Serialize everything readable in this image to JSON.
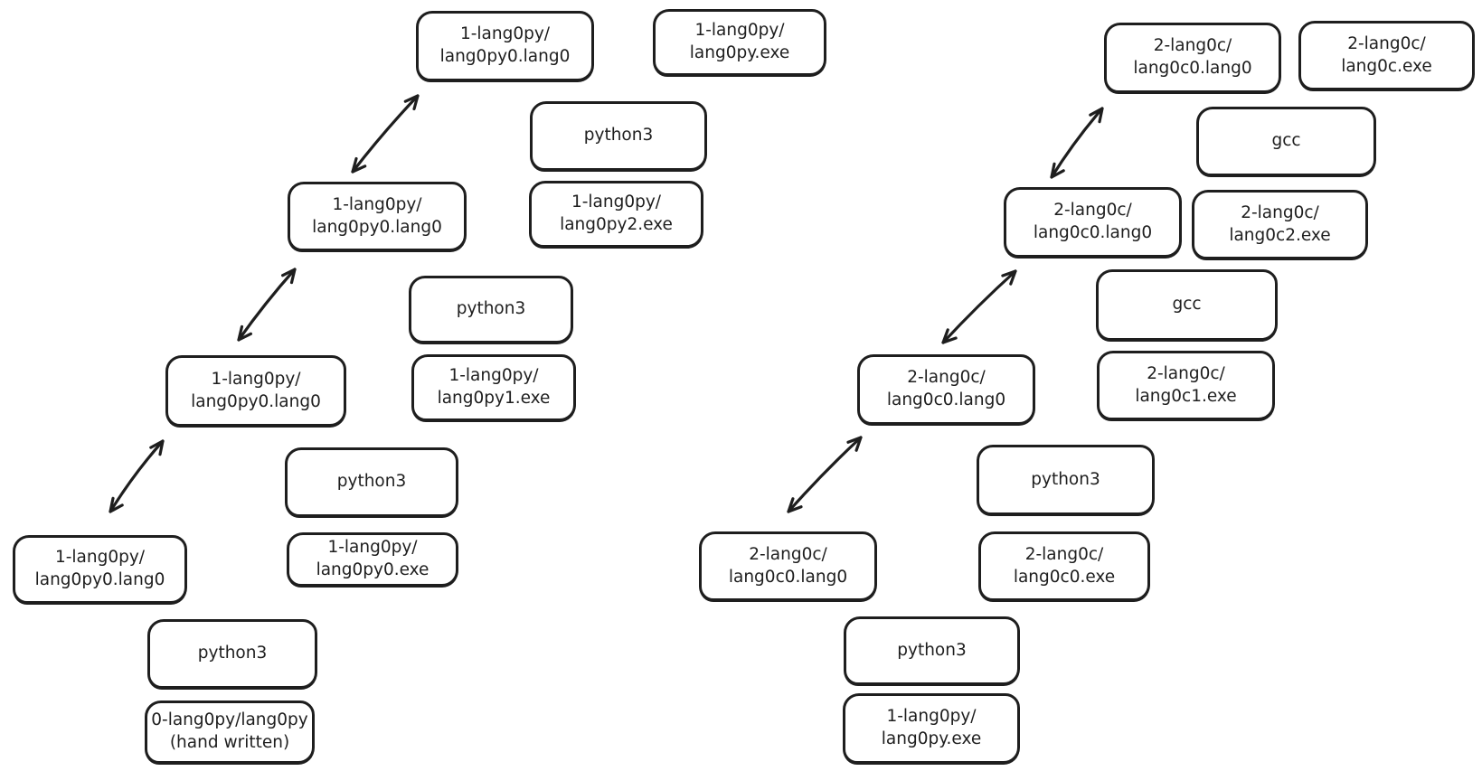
{
  "colors": {
    "stroke": "#1e1e1e",
    "background": "#ffffff"
  },
  "python_chain": {
    "src_gen3": "1-lang0py/\nlang0py0.lang0",
    "final_exe": "1-lang0py/\nlang0py.exe",
    "runner_gen3": "python3",
    "exe_gen2": "1-lang0py/\nlang0py2.exe",
    "src_gen2": "1-lang0py/\nlang0py0.lang0",
    "runner_gen2": "python3",
    "exe_gen1": "1-lang0py/\nlang0py1.exe",
    "src_gen1": "1-lang0py/\nlang0py0.lang0",
    "src_gen0": "1-lang0py/\nlang0py0.lang0",
    "runner_gen1": "python3",
    "exe_gen0": "1-lang0py/\nlang0py0.exe",
    "runner_gen0": "python3",
    "handwritten_src": "0-lang0py/lang0py\n(hand written)"
  },
  "c_chain": {
    "src_gen3": "2-lang0c/\nlang0c0.lang0",
    "final_exe": "2-lang0c/\nlang0c.exe",
    "compiler_gen3": "gcc",
    "src_gen2": "2-lang0c/\nlang0c0.lang0",
    "exe_gen2": "2-lang0c/\nlang0c2.exe",
    "compiler_gen2": "gcc",
    "src_gen1": "2-lang0c/\nlang0c0.lang0",
    "exe_gen1": "2-lang0c/\nlang0c1.exe",
    "runner_gen1": "python3",
    "src_gen0": "2-lang0c/\nlang0c0.lang0",
    "exe_gen0": "2-lang0c/\nlang0c0.exe",
    "runner_gen0": "python3",
    "bootstrap_compiler_exe": "1-lang0py/\nlang0py.exe"
  },
  "equivalence_links": [
    {
      "from": "python_chain.src_gen0",
      "to": "python_chain.src_gen1",
      "style": "double-headed-arrow"
    },
    {
      "from": "python_chain.src_gen1",
      "to": "python_chain.src_gen2",
      "style": "double-headed-arrow"
    },
    {
      "from": "python_chain.src_gen2",
      "to": "python_chain.src_gen3",
      "style": "double-headed-arrow"
    },
    {
      "from": "c_chain.src_gen0",
      "to": "c_chain.src_gen1",
      "style": "double-headed-arrow"
    },
    {
      "from": "c_chain.src_gen1",
      "to": "c_chain.src_gen2",
      "style": "double-headed-arrow"
    },
    {
      "from": "c_chain.src_gen2",
      "to": "c_chain.src_gen3",
      "style": "double-headed-arrow"
    }
  ]
}
